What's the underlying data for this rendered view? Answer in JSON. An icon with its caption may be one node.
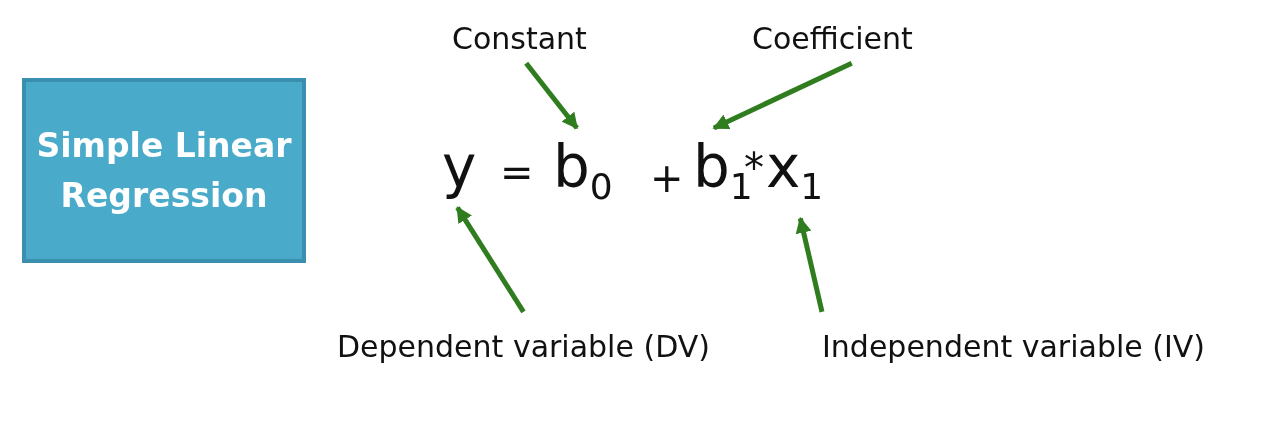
{
  "diagram": {
    "nodes": [
      {
        "text": [
          "Simple Linear Regression"
        ]
      },
      {
        "text": [
          "Constant"
        ]
      },
      {
        "text": [
          "Coefficient"
        ]
      },
      {
        "text": [
          "y"
        ]
      },
      {
        "text": [
          "b$_{0}$"
        ]
      },
      {
        "text": [
          "b$_{1}$"
        ]
      },
      {
        "text": [
          "x$_{1}$"
        ]
      },
      {
        "text": [
          "Dependent variable (DV)"
        ]
      },
      {
        "text": [
          "Independent variable (IV)"
        ]
      }
    ],
    "edges": [
      {
        "from": 1,
        "to": 4,
        "arrow": "to"
      },
      {
        "from": 2,
        "to": 5,
        "arrow": "to"
      },
      {
        "from": 7,
        "to": 3,
        "arrow": "to"
      },
      {
        "from": 8,
        "to": 6,
        "arrow": "to"
      }
    ],
    "labels": [
      "=",
      "+",
      "*"
    ]
  }
}
